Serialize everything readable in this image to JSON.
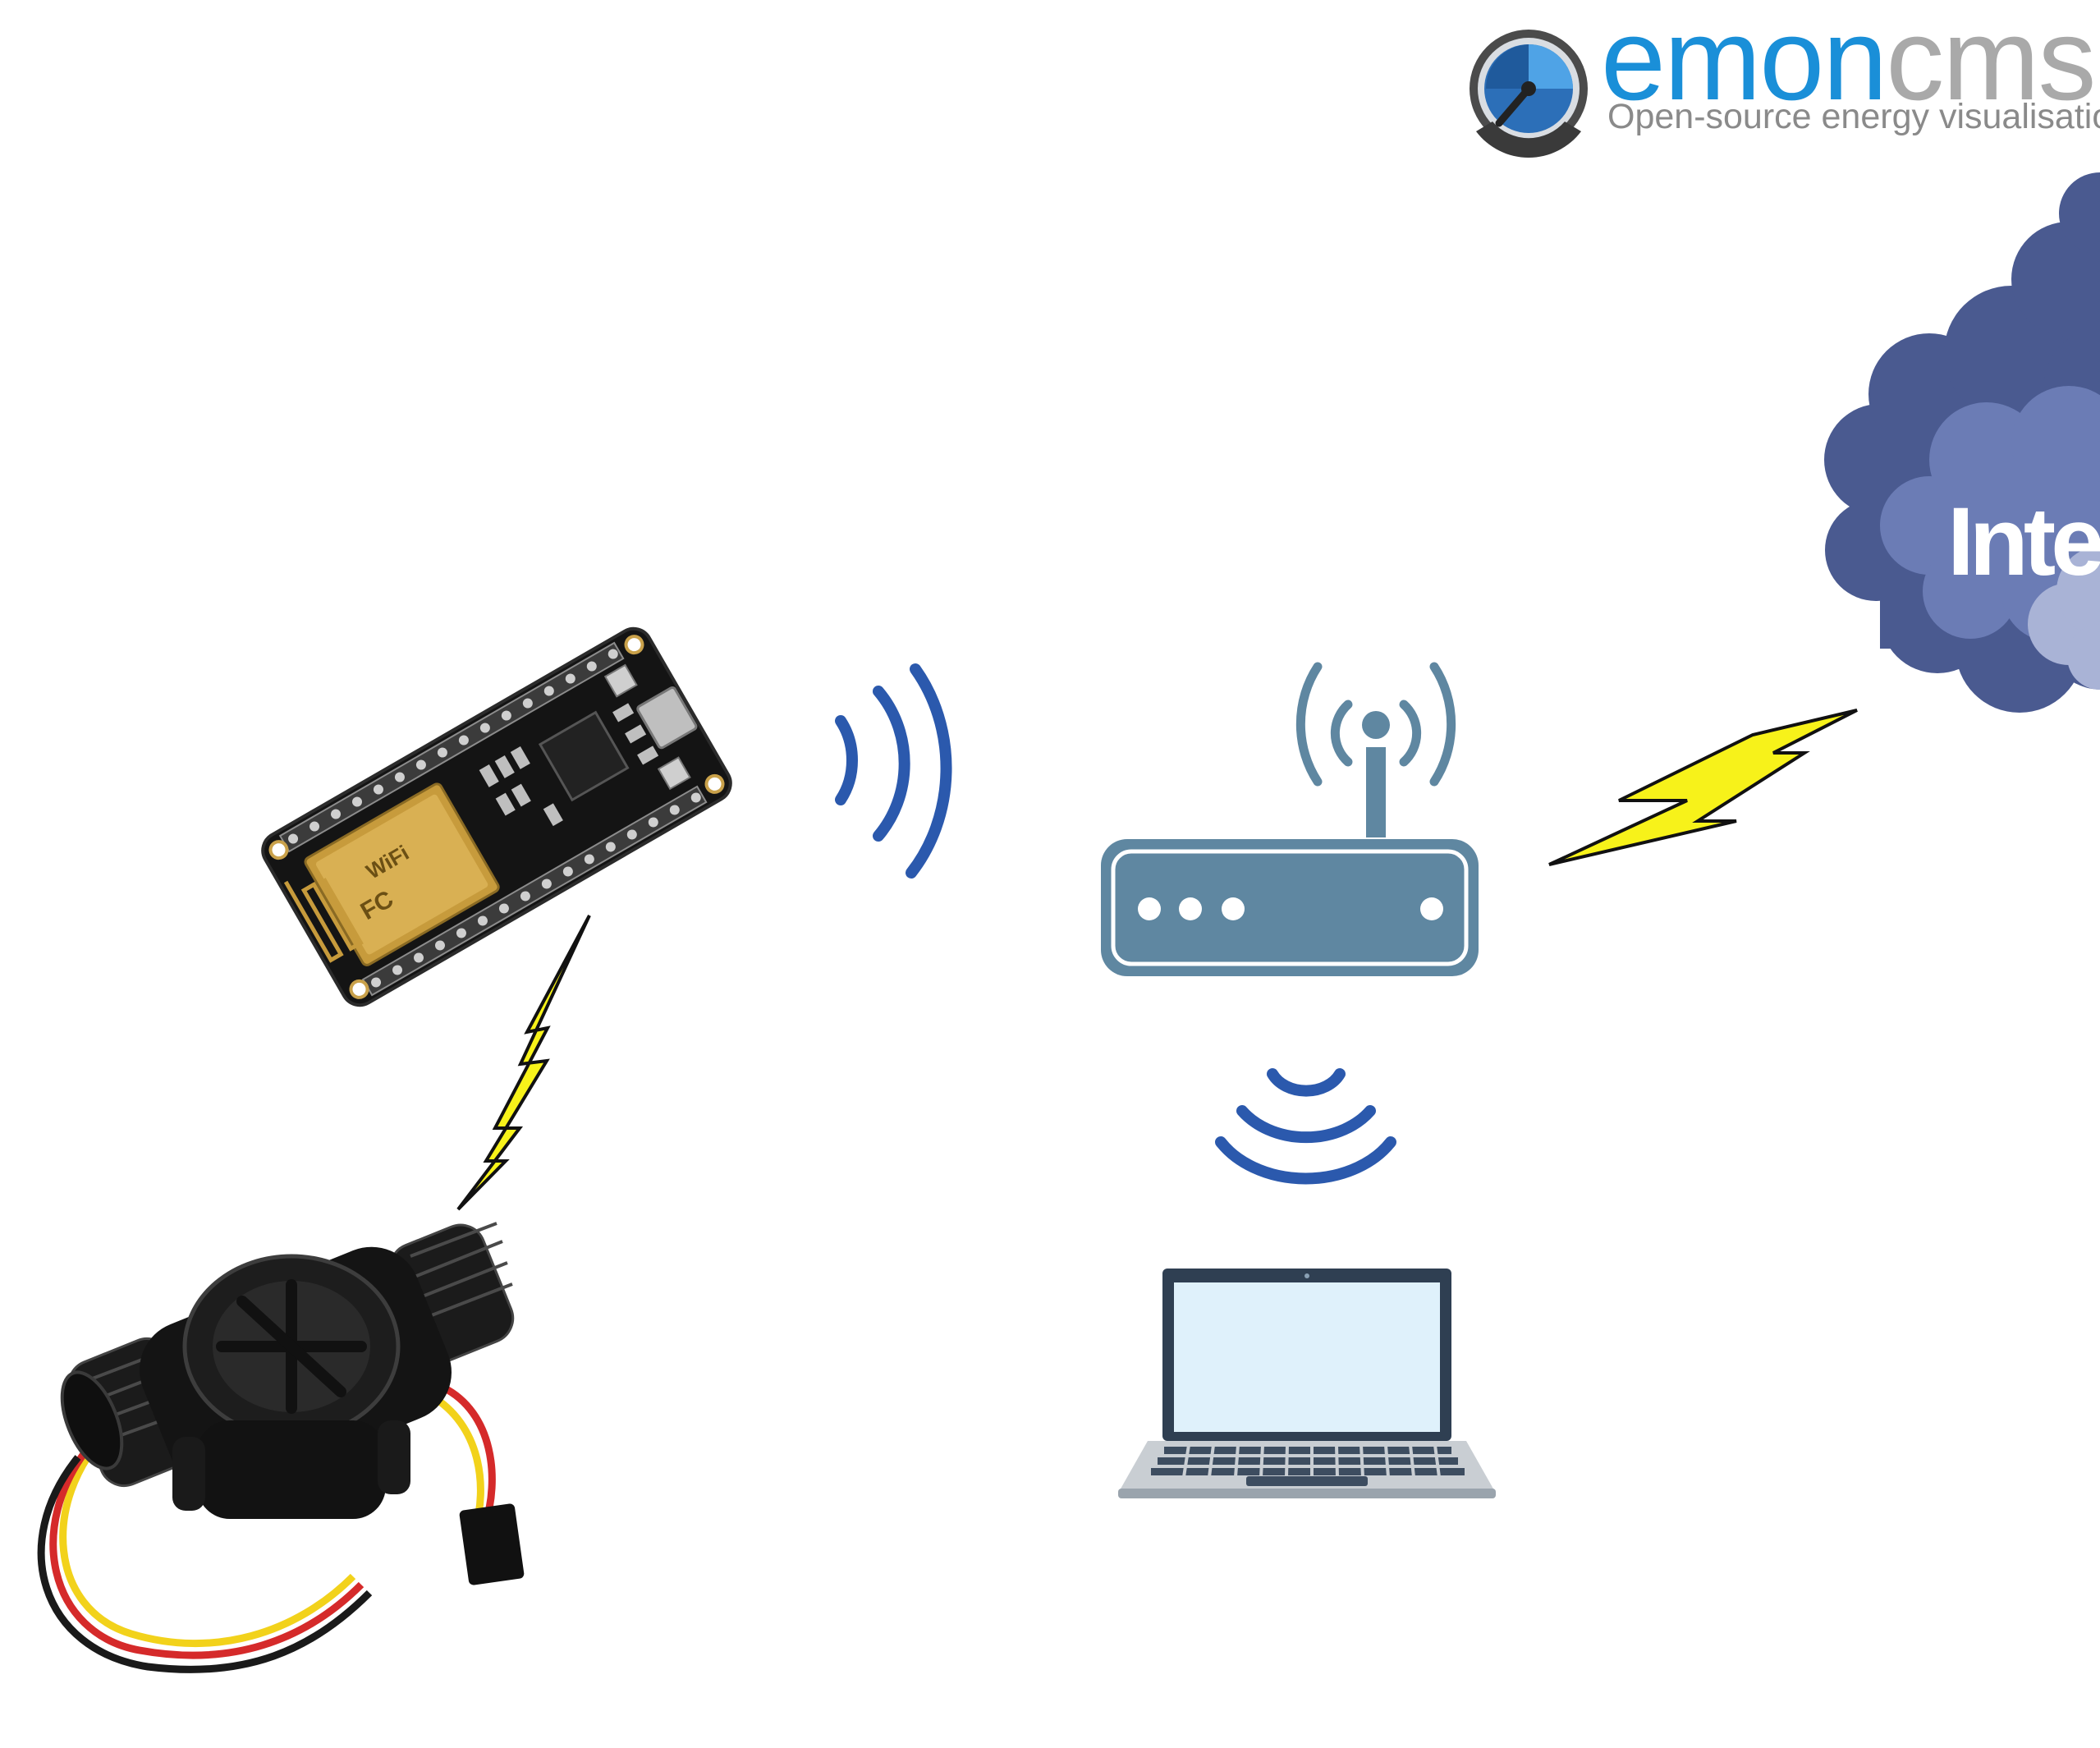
{
  "logo": {
    "word_part1": "emon",
    "word_part2": "cms",
    "tagline": "Open-source energy visualisation",
    "icon": "gauge-icon"
  },
  "cloud": {
    "label": "Inter",
    "icon": "cloud-icon"
  },
  "colors": {
    "wave_blue": "#2b59ad",
    "router_steel": "#5f87a1",
    "bolt_yellow": "#f7f21a",
    "cloud_dark": "#4a5a90",
    "cloud_mid": "#6b7cb5",
    "cloud_light": "#a9b3d6",
    "laptop_screen": "#dff1fb",
    "laptop_frame": "#2f3f52"
  },
  "icons": [
    "esp8266-board-icon",
    "flow-sensor-icon",
    "router-icon",
    "laptop-icon",
    "wifi-wave-icon",
    "lightning-bolt-icon"
  ]
}
